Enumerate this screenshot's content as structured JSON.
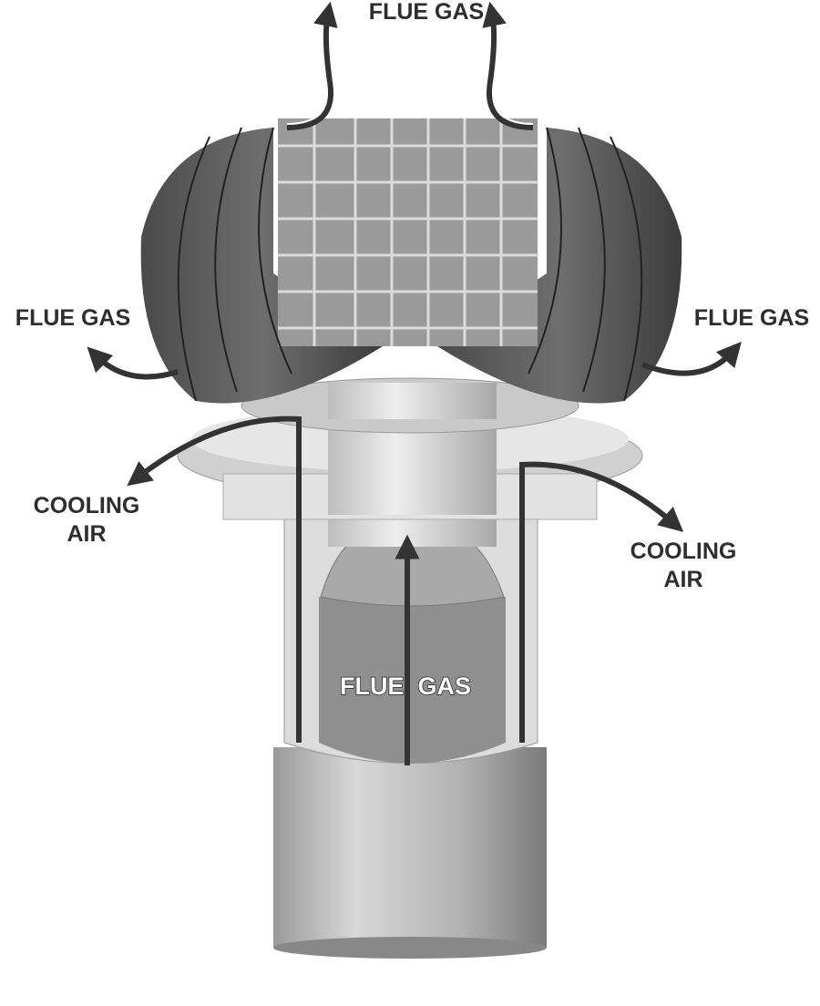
{
  "diagram": {
    "labels": {
      "top": "FLUE GAS",
      "left_upper": "FLUE GAS",
      "right_upper": "FLUE GAS",
      "left_lower": "COOLING\nAIR",
      "right_lower": "COOLING\nAIR",
      "center": "FLUE  GAS"
    },
    "colors": {
      "arrow": "#333333",
      "background": "#ffffff"
    }
  }
}
